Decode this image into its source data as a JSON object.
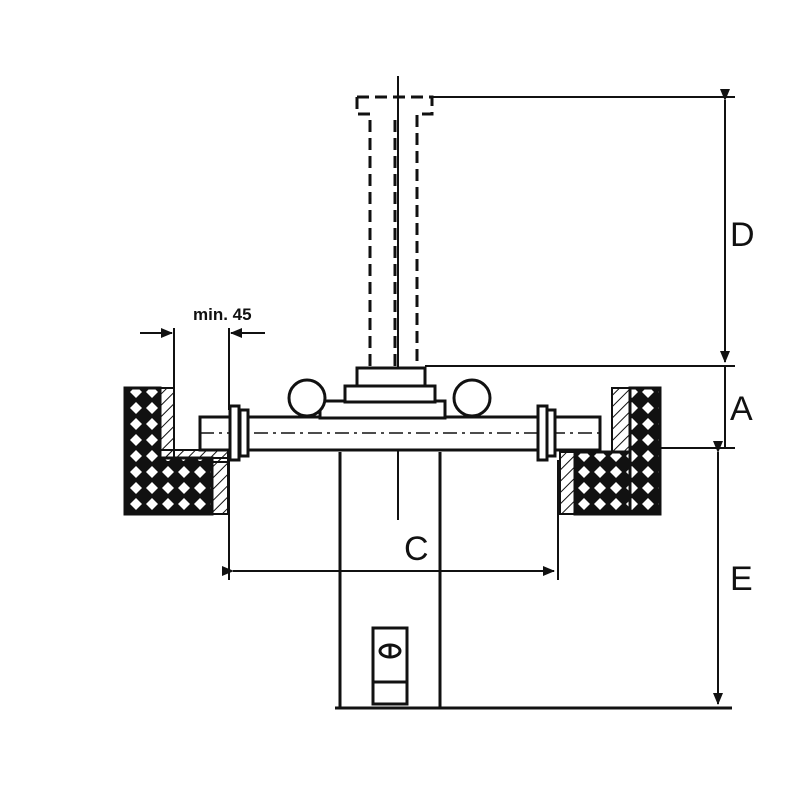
{
  "drawing": {
    "labels": {
      "min_gap": "min. 45",
      "dim_a": "A",
      "dim_c": "C",
      "dim_d": "D",
      "dim_e": "E"
    },
    "colors": {
      "ink": "#111111",
      "paper": "#ffffff"
    }
  }
}
